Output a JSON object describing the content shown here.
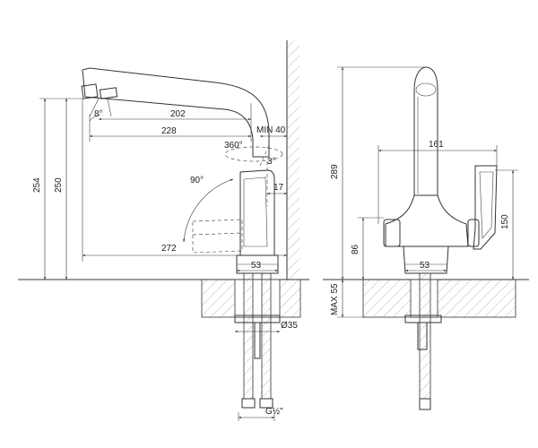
{
  "dimensions": {
    "spout_angle": "8°",
    "spout_reach_inner": "202",
    "spout_reach_outer": "228",
    "min_wall_gap": "MIN 40",
    "rotation": "360°",
    "handle_angle_small": "3°",
    "handle_angle": "90°",
    "handle_offset": "17",
    "total_reach": "272",
    "base_width_side": "53",
    "total_height": "254",
    "spout_height": "250",
    "hose_diameter": "Ø35",
    "connection_thread": "G½\"",
    "front_height": "289",
    "front_width": "161",
    "handle_height": "150",
    "outlet_height": "86",
    "base_width_front": "53",
    "max_counter_thickness": "MAX 55"
  },
  "colors": {
    "line": "#333333",
    "hatch": "#777777",
    "background": "#ffffff"
  }
}
